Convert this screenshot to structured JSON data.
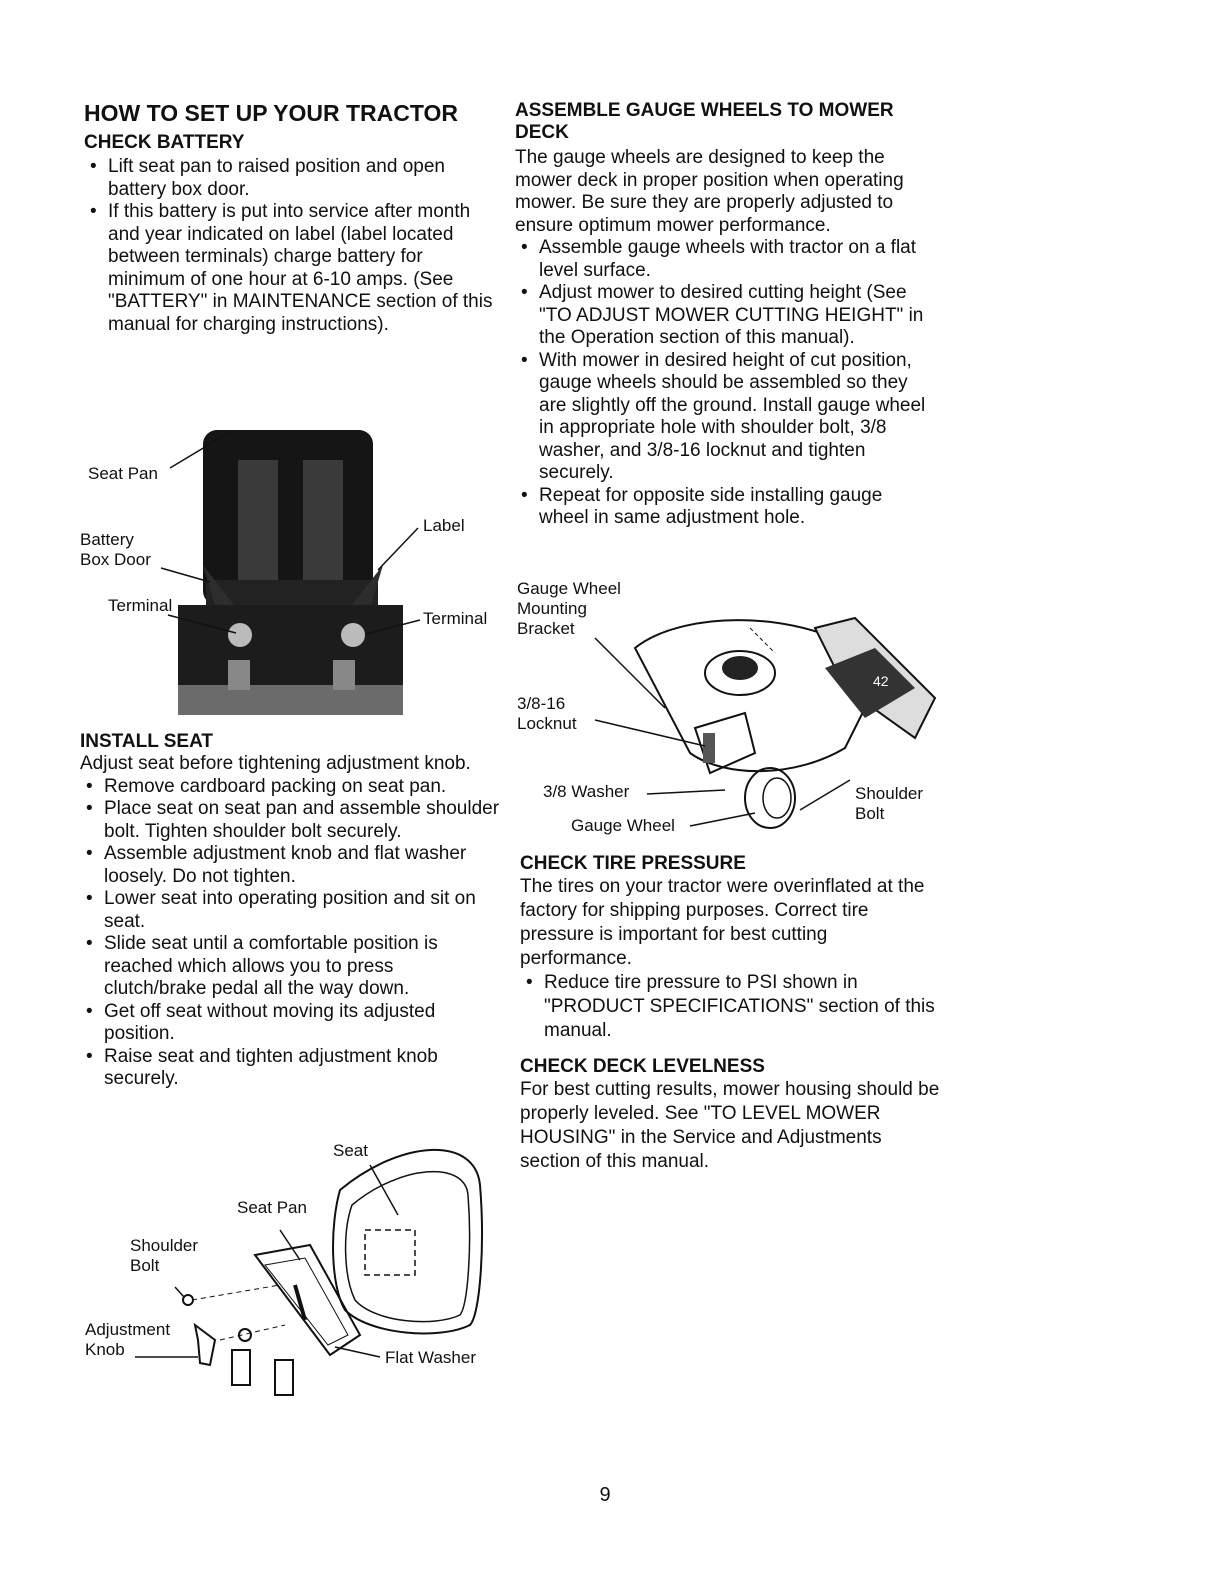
{
  "left": {
    "title": "HOW TO SET UP YOUR TRACTOR",
    "check_battery": {
      "heading": "CHECK BATTERY",
      "bullets": [
        "Lift seat pan to raised position and open battery box door.",
        "If this battery is put into service after month and year indicated on label (label located between terminals) charge battery for minimum of one hour at 6-10 amps. (See \"BATTERY\" in MAINTENANCE section of this manual for charging instructions)."
      ]
    },
    "battery_figure": {
      "seat_pan": "Seat Pan",
      "battery_box_door": "Battery\nBox Door",
      "label": "Label",
      "terminal_left": "Terminal",
      "terminal_right": "Terminal"
    },
    "install_seat": {
      "heading": "INSTALL SEAT",
      "intro": "Adjust seat before tightening adjustment knob.",
      "bullets": [
        "Remove cardboard packing on seat pan.",
        "Place seat on seat pan and assemble shoulder bolt. Tighten shoulder bolt securely.",
        "Assemble adjustment knob and flat washer loosely. Do not tighten.",
        "Lower seat into operating position and sit on seat.",
        "Slide seat until a comfortable position is reached which allows you to press clutch/brake pedal all the way down.",
        "Get off seat without moving its adjusted position.",
        "Raise seat and tighten adjustment knob securely."
      ]
    },
    "seat_figure": {
      "seat": "Seat",
      "seat_pan": "Seat Pan",
      "shoulder_bolt": "Shoulder\nBolt",
      "adjustment_knob": "Adjustment\nKnob",
      "flat_washer": "Flat Washer"
    }
  },
  "right": {
    "gauge_wheels": {
      "heading": "ASSEMBLE GAUGE WHEELS TO MOWER DECK",
      "intro": "The gauge wheels are designed to keep the mower deck in proper position when operating mower. Be sure they are properly adjusted to ensure optimum mower performance.",
      "bullets": [
        "Assemble gauge wheels with tractor on a flat level surface.",
        "Adjust mower to desired cutting height (See \"TO ADJUST MOWER CUTTING HEIGHT\" in the Operation section of this manual).",
        "With mower in desired height of cut position, gauge wheels should be assembled so they are slightly off the ground. Install gauge wheel in appropriate hole with shoulder bolt, 3/8 washer, and 3/8-16 locknut and tighten securely.",
        "Repeat for opposite side installing gauge wheel in same adjustment hole."
      ]
    },
    "gauge_figure": {
      "mounting_bracket": "Gauge Wheel\nMounting\nBracket",
      "locknut": "3/8-16\nLocknut",
      "washer": "3/8 Washer",
      "gauge_wheel": "Gauge Wheel",
      "shoulder_bolt": "Shoulder\nBolt",
      "deck_mark": "42"
    },
    "tire_pressure": {
      "heading": "CHECK TIRE PRESSURE",
      "intro": "The tires on your tractor were overinflated at the factory for shipping purposes. Correct tire pressure is important for best cutting performance.",
      "bullets": [
        "Reduce tire pressure to PSI shown in \"PRODUCT SPECIFICATIONS\" section of this manual."
      ]
    },
    "deck_levelness": {
      "heading": "CHECK DECK LEVELNESS",
      "text": "For best cutting results, mower housing should be properly leveled. See \"TO LEVEL MOWER HOUSING\" in the Service and Adjustments section of this manual."
    }
  },
  "page_number": "9"
}
